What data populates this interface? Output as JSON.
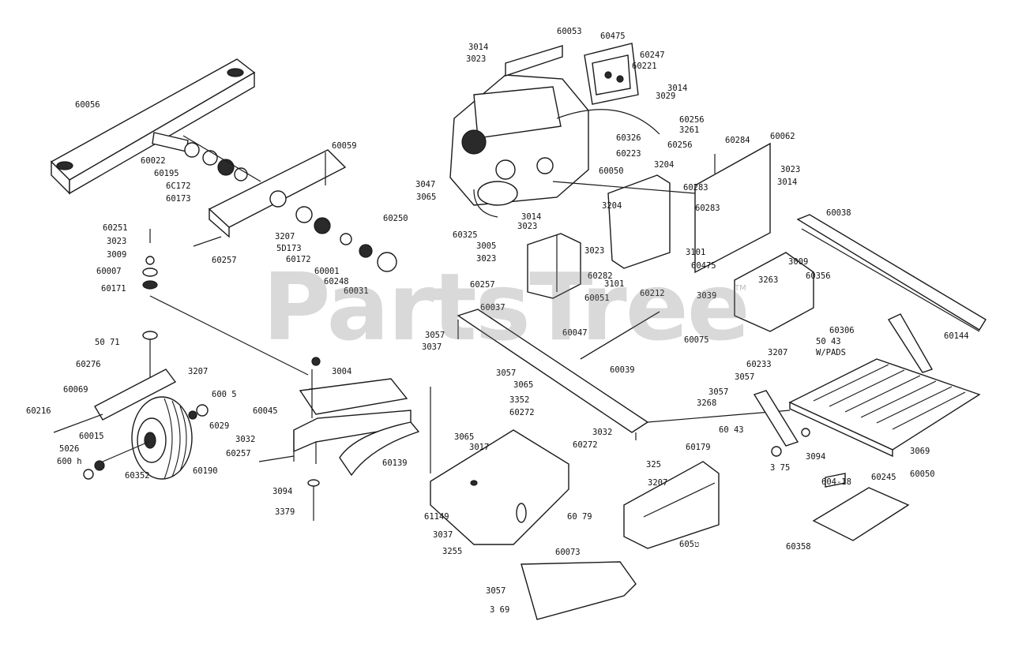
{
  "watermark": {
    "text": "PartsTree",
    "trademark": "TM"
  },
  "callouts": [
    "60056",
    "60022",
    "60195",
    "6C172",
    "60173",
    "60059",
    "60251",
    "3023",
    "3009",
    "60007",
    "60171",
    "3207",
    "5D173",
    "60172",
    "60001",
    "60248",
    "60031",
    "60250",
    "60257",
    "50 71",
    "60276",
    "3207",
    "60069",
    "3004",
    "600 5",
    "60216",
    "60045",
    "6029",
    "60015",
    "3032",
    "5026",
    "60257",
    "600 h",
    "60352",
    "60190",
    "60139",
    "3094",
    "3379",
    "3014",
    "3023",
    "60053",
    "60475",
    "60247",
    "60221",
    "3014",
    "3029",
    "60256",
    "3261",
    "60326",
    "60223",
    "60256",
    "60284",
    "60062",
    "3047",
    "3065",
    "60050",
    "3204",
    "60283",
    "3023",
    "3014",
    "3204",
    "60283",
    "3014",
    "3023",
    "60325",
    "3005",
    "3023",
    "3023",
    "60282",
    "60257",
    "60051",
    "3101",
    "60475",
    "3101",
    "60212",
    "60038",
    "3009",
    "3263",
    "60356",
    "3039",
    "60075",
    "60037",
    "3057",
    "3037",
    "60047",
    "3057",
    "3065",
    "60039",
    "3352",
    "60272",
    "3032",
    "60306",
    "60144",
    "50 43",
    "W/PADS",
    "3207",
    "60233",
    "3057",
    "3057",
    "3268",
    "60 43",
    "3065",
    "3017",
    "60272",
    "325",
    "60179",
    "3094",
    "3 75",
    "3069",
    "60245",
    "60050",
    "604-18",
    "61149",
    "3207",
    "60 79",
    "3037",
    "3255",
    "60ט5",
    "60073",
    "3057",
    "3 69",
    "60358"
  ]
}
